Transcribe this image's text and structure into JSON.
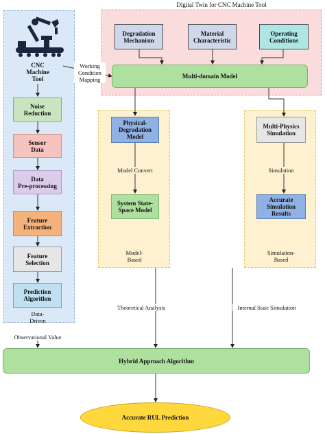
{
  "data_driven": {
    "machine_label": "CNC\nMachine\nTool",
    "steps": [
      {
        "label": "Noise\nReduction",
        "fill": "#c9e5c0",
        "stroke": "#7fb375"
      },
      {
        "label": "Sensor\nData",
        "fill": "#f7c3bf",
        "stroke": "#d98f8a"
      },
      {
        "label": "Data\nPre-processing",
        "fill": "#dccbeb",
        "stroke": "#a996c7"
      },
      {
        "label": "Feature\nExtraction",
        "fill": "#f5b27a",
        "stroke": "#d38a45"
      },
      {
        "label": "Feature\nSelection",
        "fill": "#e6e6e6",
        "stroke": "#9a9a9a"
      },
      {
        "label": "Prediction\nAlgorithm",
        "fill": "#bfe0f0",
        "stroke": "#6aa6c6"
      }
    ],
    "region_label": "Data-\nDriven"
  },
  "digital_twin": {
    "title": "Digital Twin for CNC Machine Tool",
    "inputs": [
      {
        "label": "Degradation\nMechanism",
        "fill": "#cfd8ea",
        "stroke": "#4a4a4a"
      },
      {
        "label": "Material\nCharacteristic",
        "fill": "#cfd8ea",
        "stroke": "#4a4a4a"
      },
      {
        "label": "Operating\nConditions",
        "fill": "#aee6e6",
        "stroke": "#4a4a4a"
      }
    ],
    "model_label": "Multi-domain Model"
  },
  "mapping_label": "Working\nCondition\nMapping",
  "model_based": {
    "box1": "Physical-\nDegradation\nModel",
    "convert_label": "Model Convert",
    "box2": "System State-\nSpace Model",
    "region_label": "Model-\nBased"
  },
  "simulation_based": {
    "box1": "Multi-Physics\nSimulation",
    "sim_label": "Simulation",
    "box2": "Accurate\nSimulation\nResults",
    "region_label": "Simulation-\nBased"
  },
  "connectors": {
    "observational": "Observational Value",
    "theoretical": "Theoretical Analysis",
    "internal": "Internal State Simulation"
  },
  "hybrid_label": "Hybrid Approach Algorithm",
  "result_label": "Accurate RUL Prediction",
  "colors": {
    "blue_region": "#dbe8f7",
    "red_region": "#fbdcdc",
    "yellow_region": "#fdf1cf",
    "green_box": "#aee09f",
    "blue_box": "#8fb1e4",
    "result_fill": "#ffd83d"
  }
}
